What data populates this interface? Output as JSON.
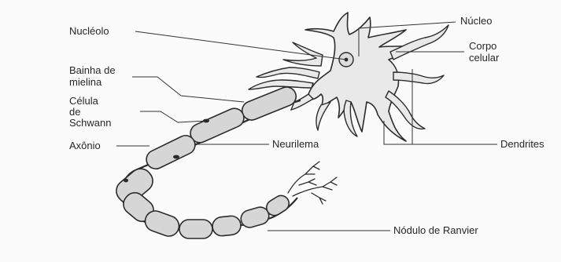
{
  "labels": {
    "nucleolo": "Nucléolo",
    "nucleo": "Núcleo",
    "corpo_1": "Corpo",
    "corpo_2": "celular",
    "bainha_1": "Bainha de",
    "bainha_2": "mielina",
    "celula_1": "Célula",
    "celula_2": "de",
    "celula_3": "Schwann",
    "axonio": "Axônio",
    "neurilema": "Neurilema",
    "dendrites": "Dendrites",
    "nodulo": "Nódulo de Ranvier"
  },
  "colors": {
    "ink": "#2b2b2b",
    "cell_fill": "#e9e9e9",
    "sheath_fill": "#d6d6d6",
    "nucleus_fill": "#dcdcdc",
    "leader": "#333333"
  }
}
